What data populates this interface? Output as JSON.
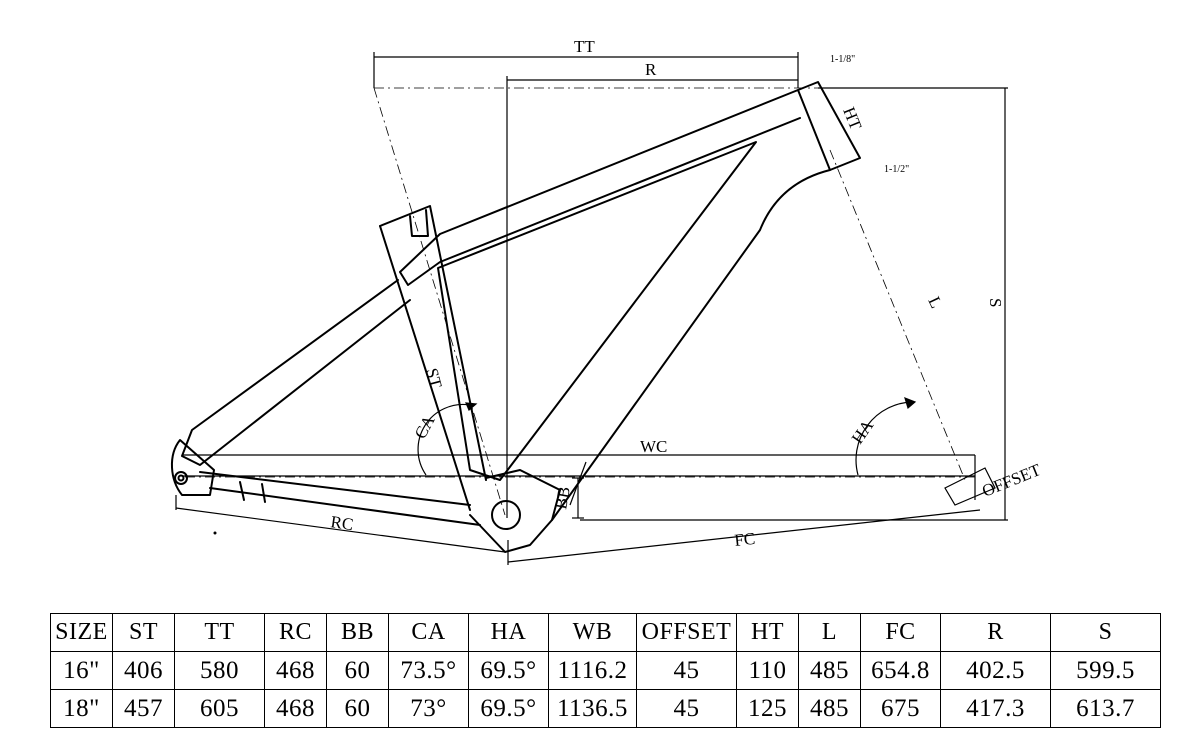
{
  "labels": {
    "tt": "TT",
    "r": "R",
    "ht": "HT",
    "head_top": "1-1/8\"",
    "head_bottom": "1-1/2\"",
    "s": "S",
    "l": "L",
    "st": "ST",
    "ca": "CA",
    "ha": "HA",
    "wc": "WC",
    "bb": "BB",
    "rc": "RC",
    "fc": "FC",
    "offset": "OFFSET"
  },
  "table": {
    "headers": [
      "SIZE",
      "ST",
      "TT",
      "RC",
      "BB",
      "CA",
      "HA",
      "WB",
      "OFFSET",
      "HT",
      "L",
      "FC",
      "R",
      "S"
    ],
    "rows": [
      [
        "16\"",
        "406",
        "580",
        "468",
        "60",
        "73.5°",
        "69.5°",
        "1116.2",
        "45",
        "110",
        "485",
        "654.8",
        "402.5",
        "599.5"
      ],
      [
        "18\"",
        "457",
        "605",
        "468",
        "60",
        "73°",
        "69.5°",
        "1136.5",
        "45",
        "125",
        "485",
        "675",
        "417.3",
        "613.7"
      ]
    ]
  }
}
